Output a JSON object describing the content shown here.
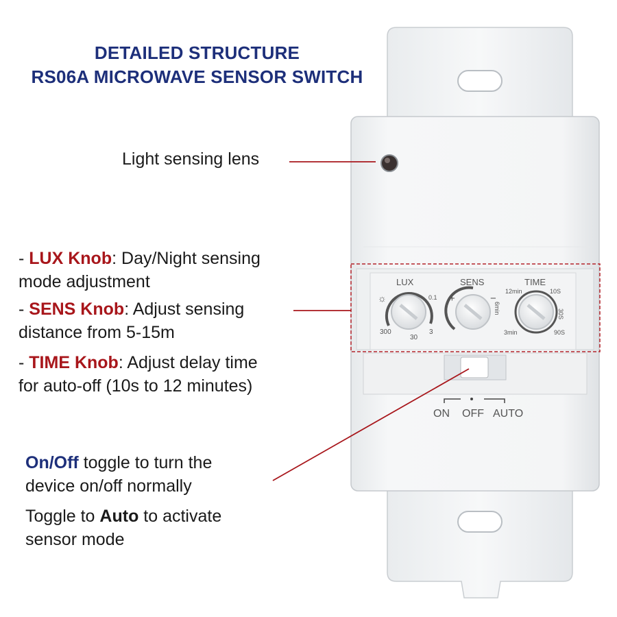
{
  "title": {
    "line1": "DETAILED STRUCTURE",
    "line2": "RS06A MICROWAVE SENSOR SWITCH"
  },
  "callouts": {
    "light_lens": "Light sensing lens",
    "lux": {
      "dash": "- ",
      "name": "LUX Knob",
      "colon": ":",
      "desc1": " Day/Night sensing",
      "desc2": "mode adjustment"
    },
    "sens": {
      "dash": "- ",
      "name": "SENS Knob",
      "colon": ":",
      "desc1": " Adjust sensing",
      "desc2": "distance from 5-15m"
    },
    "time": {
      "dash": "- ",
      "name": "TIME Knob",
      "colon": ":",
      "desc1": " Adjust delay time",
      "desc2": "for auto-off (10s to 12 minutes)"
    },
    "toggle": {
      "name": "On/Off",
      "desc1": " toggle to turn the",
      "desc2": "device on/off normally",
      "line3a": "Toggle to ",
      "auto": "Auto",
      "line3b": " to activate",
      "line4": "sensor mode"
    }
  },
  "device": {
    "knob_labels": {
      "lux": "LUX",
      "sens": "SENS",
      "time": "TIME"
    },
    "lux_scale": {
      "left": "300",
      "bottom": "30",
      "right": "3",
      "top": "0.1"
    },
    "sens_scale": {
      "plus": "+",
      "minus": "−"
    },
    "time_scale": {
      "top_left": "12min",
      "top_right": "10S",
      "left": "6min",
      "right": "30S",
      "bottom_left": "3min",
      "bottom_right": "90S"
    },
    "switch_labels": {
      "on": "ON",
      "off": "OFF",
      "auto": "AUTO"
    }
  },
  "colors": {
    "title_blue": "#1d2f7a",
    "accent_red": "#a8161b",
    "leader": "#a8161b"
  }
}
